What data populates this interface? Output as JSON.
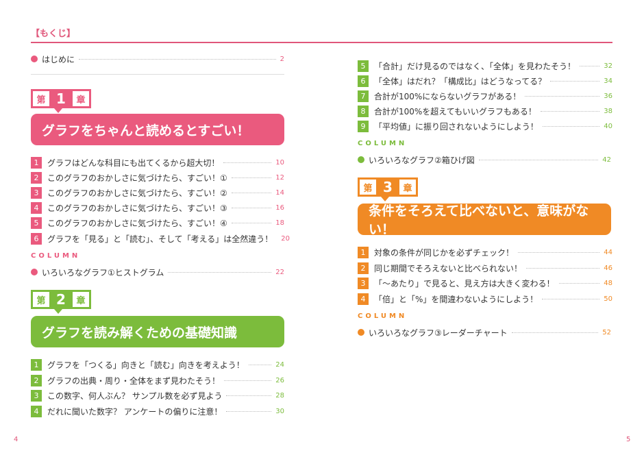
{
  "header": {
    "title": "【もくじ】"
  },
  "intro": {
    "label": "はじめに",
    "page": "2"
  },
  "colors": {
    "ch1": "#ea5a7e",
    "ch2": "#7cbc3c",
    "ch3": "#f08a25"
  },
  "chapters": [
    {
      "kanji_pre": "第",
      "number": "1",
      "kanji_post": "章",
      "title": "グラフをちゃんと読めるとすごい！",
      "items": [
        {
          "n": "1",
          "label": "グラフはどんな科目にも出てくるから超大切！",
          "page": "10"
        },
        {
          "n": "2",
          "label": "このグラフのおかしさに気づけたら、すごい！①",
          "page": "12"
        },
        {
          "n": "3",
          "label": "このグラフのおかしさに気づけたら、すごい！②",
          "page": "14"
        },
        {
          "n": "4",
          "label": "このグラフのおかしさに気づけたら、すごい！③",
          "page": "16"
        },
        {
          "n": "5",
          "label": "このグラフのおかしさに気づけたら、すごい！④",
          "page": "18"
        },
        {
          "n": "6",
          "label": "グラフを「見る」と「読む」、そして「考える」は全然違う！",
          "page": "20"
        }
      ],
      "column_label": "COLUMN",
      "column": {
        "label": "いろいろなグラフ①ヒストグラム",
        "page": "22"
      }
    },
    {
      "kanji_pre": "第",
      "number": "2",
      "kanji_post": "章",
      "title": "グラフを読み解くための基礎知識",
      "items": [
        {
          "n": "1",
          "label": "グラフを「つくる」向きと「読む」向きを考えよう！",
          "page": "24"
        },
        {
          "n": "2",
          "label": "グラフの出典・周り・全体をまず見わたそう！",
          "page": "26"
        },
        {
          "n": "3",
          "label": "この数字、何人ぶん？ サンプル数を必ず見よう",
          "page": "28"
        },
        {
          "n": "4",
          "label": "だれに聞いた数字？ アンケートの偏りに注意！",
          "page": "30"
        },
        {
          "n": "5",
          "label": "「合計」だけ見るのではなく、「全体」を見わたそう！",
          "page": "32"
        },
        {
          "n": "6",
          "label": "「全体」はだれ？「構成比」はどうなってる？",
          "page": "34"
        },
        {
          "n": "7",
          "label": "合計が100%にならないグラフがある！",
          "page": "36"
        },
        {
          "n": "8",
          "label": "合計が100%を超えてもいいグラフもある！",
          "page": "38"
        },
        {
          "n": "9",
          "label": "「平均値」に振り回されないようにしよう！",
          "page": "40"
        }
      ],
      "column_label": "COLUMN",
      "column": {
        "label": "いろいろなグラフ②箱ひげ図",
        "page": "42"
      }
    },
    {
      "kanji_pre": "第",
      "number": "3",
      "kanji_post": "章",
      "title": "条件をそろえて比べないと、意味がない！",
      "items": [
        {
          "n": "1",
          "label": "対象の条件が同じかを必ずチェック！",
          "page": "44"
        },
        {
          "n": "2",
          "label": "同じ期間でそろえないと比べられない！",
          "page": "46"
        },
        {
          "n": "3",
          "label": "「〜あたり」で見ると、見え方は大きく変わる！",
          "page": "48"
        },
        {
          "n": "4",
          "label": "「倍」と「%」を間違わないようにしよう！",
          "page": "50"
        }
      ],
      "column_label": "COLUMN",
      "column": {
        "label": "いろいろなグラフ③レーダーチャート",
        "page": "52"
      }
    }
  ],
  "folios": {
    "left": "4",
    "right": "5"
  }
}
